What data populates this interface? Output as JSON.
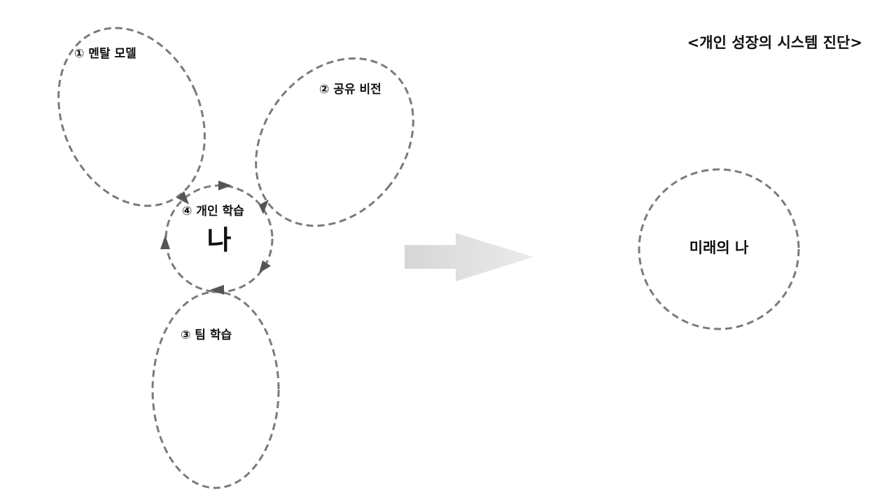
{
  "title": "<개인 성장의 시스템 진단>",
  "diagram": {
    "loops": [
      {
        "label": "① 멘탈 모델"
      },
      {
        "label": "② 공유 비전"
      },
      {
        "label": "③ 팀 학습"
      }
    ],
    "center": {
      "label": "④ 개인 학습",
      "self": "나"
    },
    "future": {
      "label": "미래의 나"
    }
  },
  "colors": {
    "dash": "#7a7a7a",
    "arrowhead": "#555555",
    "big_arrow": "#dcdcdc"
  }
}
